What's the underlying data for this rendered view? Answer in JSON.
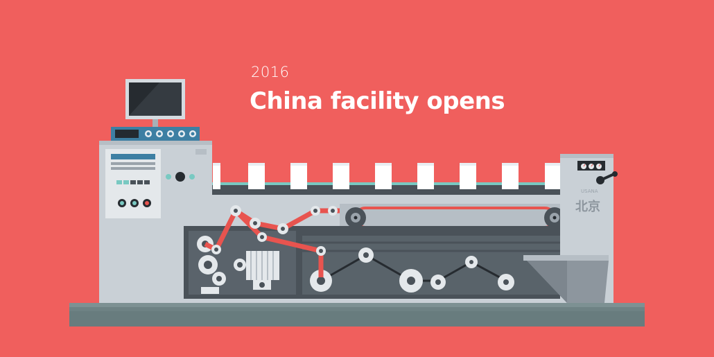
{
  "heading": {
    "year": "2016",
    "title": "China facility opens"
  },
  "machine": {
    "brand_label": "USANA",
    "city_label": "北京"
  },
  "colors": {
    "background": "#f05f5d",
    "machine_body": "#c9d0d6",
    "machine_dark": "#4a5259",
    "accent_red": "#e8544f",
    "screen": "#262b30",
    "status_teal": "#79c9c2",
    "base_slab": "#6e8284"
  },
  "icons": [
    "monitor-icon",
    "gear-icon",
    "dial-icon",
    "lever-icon",
    "motor-icon",
    "bottle-icon"
  ]
}
